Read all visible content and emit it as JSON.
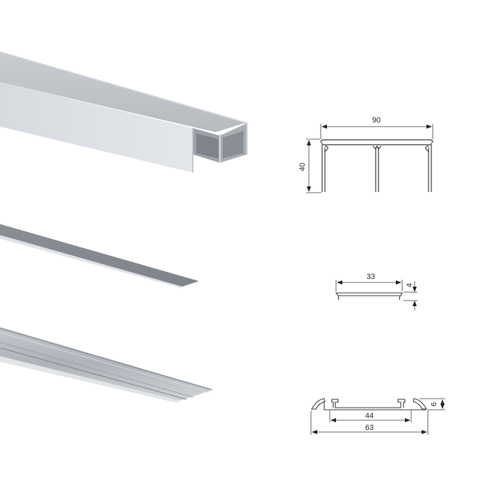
{
  "profiles": [
    {
      "id": "top-track",
      "description": "Double-channel top track profile",
      "dimensions": {
        "width": "90",
        "height": "40"
      }
    },
    {
      "id": "cover-strip",
      "description": "Flat cover strip profile",
      "dimensions": {
        "width": "33",
        "height": "4"
      }
    },
    {
      "id": "bottom-track",
      "description": "Bottom guide track profile",
      "dimensions": {
        "inner_width": "44",
        "outer_width": "63",
        "height": "6"
      }
    }
  ],
  "colors": {
    "aluminum_light": "#d9dce0",
    "aluminum_mid": "#b9bdc2",
    "aluminum_dark": "#8f949a",
    "line": "#333333",
    "background": "#ffffff"
  }
}
